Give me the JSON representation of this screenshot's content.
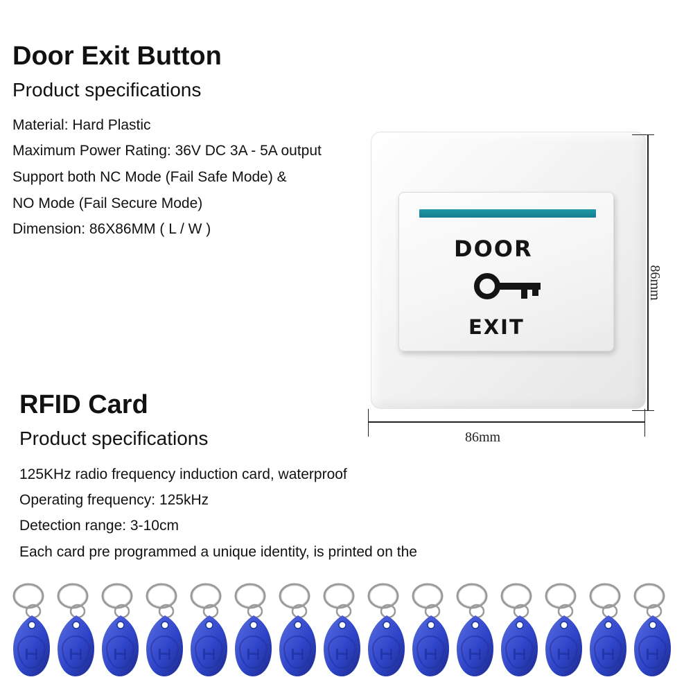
{
  "exit_button": {
    "title": "Door Exit Button",
    "subtitle": "Product specifications",
    "specs": [
      "Material: Hard Plastic",
      "Maximum Power Rating: 36V DC 3A - 5A output",
      "Support both NC Mode (Fail Safe Mode) &",
      "NO Mode (Fail Secure Mode)",
      "Dimension:  86X86MM ( L / W  )"
    ],
    "label_top": "DOOR",
    "label_bottom": "EXIT",
    "dimension_height": "86mm",
    "dimension_width": "86mm",
    "indicator_color": "#1a8a9a"
  },
  "rfid_card": {
    "title": "RFID Card",
    "subtitle": "Product specifications",
    "specs": [
      "125KHz radio frequency induction card, waterproof",
      "Operating frequency: 125kHz",
      "Detection range: 3-10cm",
      "Each card pre programmed a unique identity, is printed on the"
    ],
    "fob_count": 15,
    "fob_color": "#2f45c9"
  }
}
